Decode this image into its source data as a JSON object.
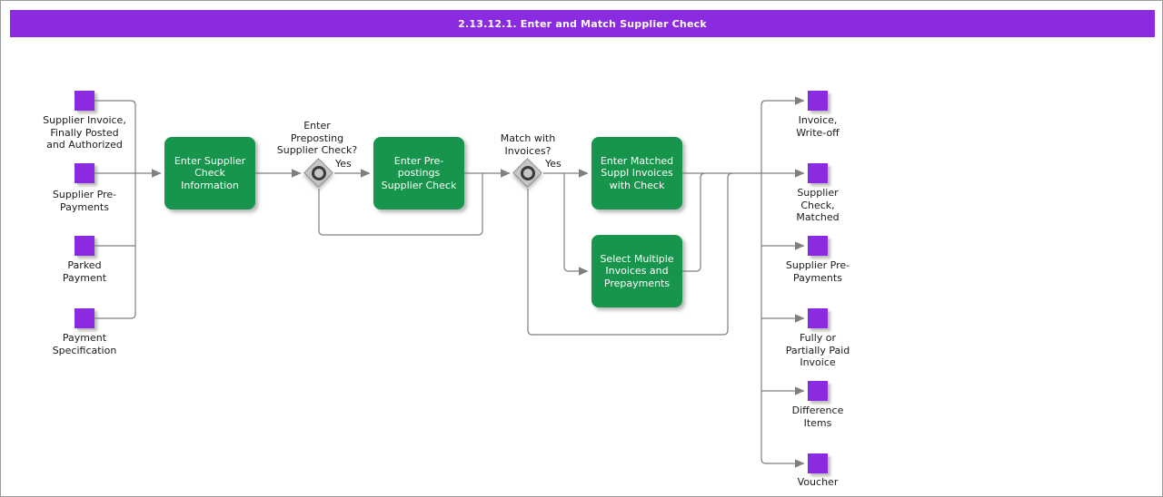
{
  "title": "2.13.12.1. Enter and Match Supplier Check",
  "colors": {
    "title_bar": "#8a2be2",
    "input_output_node": "#8a2be2",
    "process_box": "#17954c",
    "connector": "#7f7f7f",
    "decision_fill": "#c6c6c6"
  },
  "inputs": [
    {
      "label": "Supplier Invoice,\nFinally Posted\nand Authorized"
    },
    {
      "label": "Supplier Pre-\nPayments"
    },
    {
      "label": "Parked\nPayment"
    },
    {
      "label": "Payment\nSpecification"
    }
  ],
  "processes": [
    {
      "label": "Enter Supplier\nCheck\nInformation"
    },
    {
      "label": "Enter Pre-\npostings\nSupplier Check"
    },
    {
      "label": "Enter Matched\nSuppl Invoices\nwith Check"
    },
    {
      "label": "Select Multiple\nInvoices and\nPrepayments"
    }
  ],
  "decisions": [
    {
      "question": "Enter\nPreposting\nSupplier Check?",
      "yes_label": "Yes"
    },
    {
      "question": "Match with\nInvoices?",
      "yes_label": "Yes"
    }
  ],
  "outputs": [
    {
      "label": "Invoice,\nWrite-off"
    },
    {
      "label": "Supplier\nCheck,\nMatched"
    },
    {
      "label": "Supplier Pre-\nPayments"
    },
    {
      "label": "Fully or\nPartially Paid\nInvoice"
    },
    {
      "label": "Difference\nItems"
    },
    {
      "label": "Voucher"
    }
  ]
}
